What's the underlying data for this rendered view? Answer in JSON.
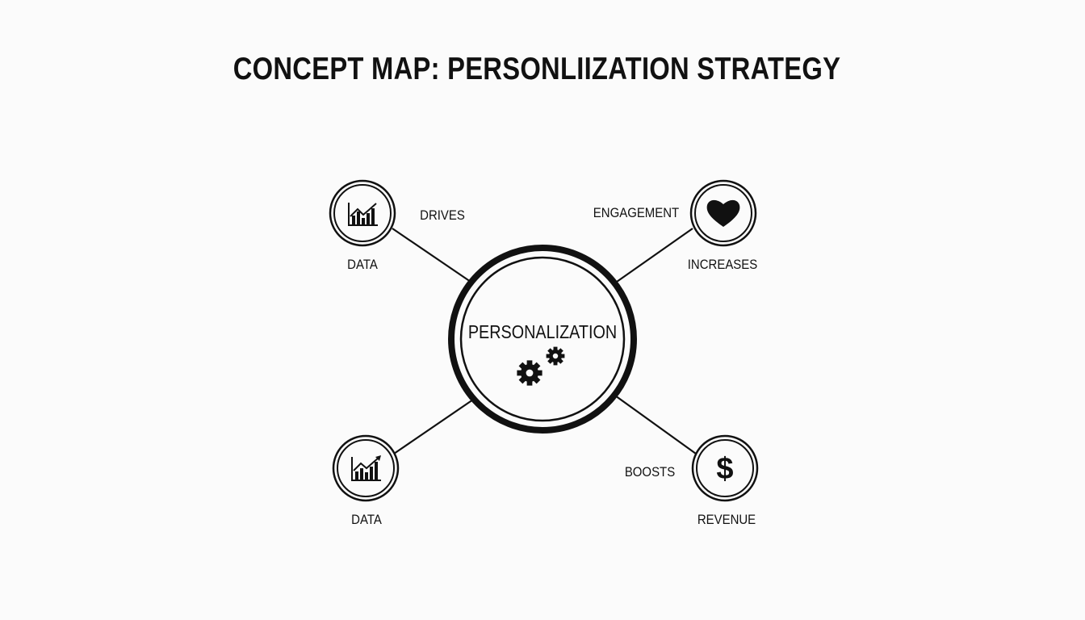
{
  "title": "CONCEPT MAP: PERSONLIIZATION STRATEGY",
  "center": {
    "label": "PERSONALIZATION",
    "icon": "gears-icon"
  },
  "nodes": [
    {
      "id": "top-left",
      "icon": "bar-chart-icon",
      "label": "DATA",
      "edge_label": "DRIVES"
    },
    {
      "id": "top-right",
      "icon": "heart-icon",
      "label": "INCREASES",
      "edge_label": "ENGAGEMENT"
    },
    {
      "id": "bottom-left",
      "icon": "bar-chart-trend-icon",
      "label": "DATA",
      "edge_label": ""
    },
    {
      "id": "bottom-right",
      "icon": "dollar-icon",
      "label": "REVENUE",
      "edge_label": "BOOSTS"
    }
  ],
  "colors": {
    "background": "#fbfbfb",
    "ink": "#111111"
  }
}
